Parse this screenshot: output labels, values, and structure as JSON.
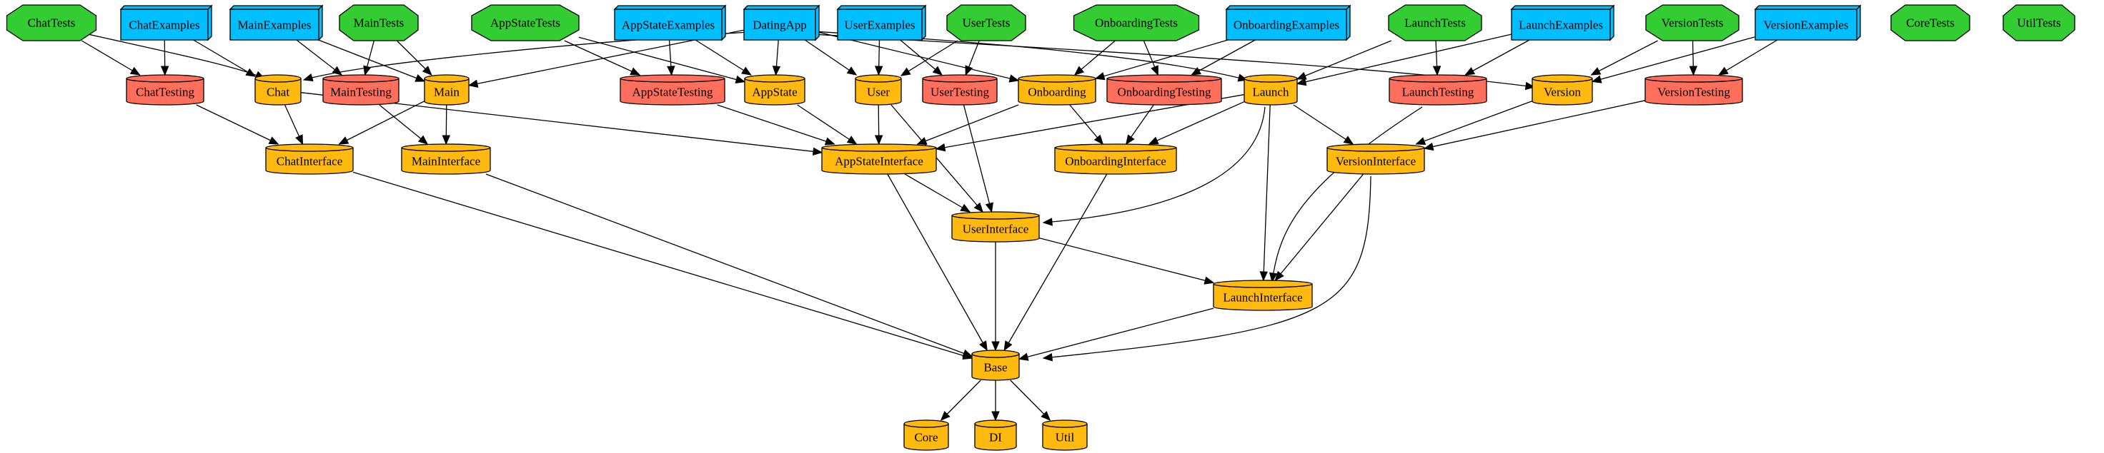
{
  "colors": {
    "test": "#33cc33",
    "example": "#00bfff",
    "testing": "#ff6f5c",
    "module": "#ffb90f",
    "stroke": "#000000",
    "background": "#ffffff"
  },
  "node_kinds": {
    "test": "octagon",
    "example": "box3d",
    "testing": "cylinder",
    "module": "cylinder"
  },
  "nodes": [
    {
      "id": "ChatTests",
      "label": "ChatTests",
      "kind": "test"
    },
    {
      "id": "ChatExamples",
      "label": "ChatExamples",
      "kind": "example"
    },
    {
      "id": "MainExamples",
      "label": "MainExamples",
      "kind": "example"
    },
    {
      "id": "MainTests",
      "label": "MainTests",
      "kind": "test"
    },
    {
      "id": "AppStateTests",
      "label": "AppStateTests",
      "kind": "test"
    },
    {
      "id": "AppStateExamples",
      "label": "AppStateExamples",
      "kind": "example"
    },
    {
      "id": "DatingApp",
      "label": "DatingApp",
      "kind": "example"
    },
    {
      "id": "UserExamples",
      "label": "UserExamples",
      "kind": "example"
    },
    {
      "id": "UserTests",
      "label": "UserTests",
      "kind": "test"
    },
    {
      "id": "OnboardingTests",
      "label": "OnboardingTests",
      "kind": "test"
    },
    {
      "id": "OnboardingExamples",
      "label": "OnboardingExamples",
      "kind": "example"
    },
    {
      "id": "LaunchTests",
      "label": "LaunchTests",
      "kind": "test"
    },
    {
      "id": "LaunchExamples",
      "label": "LaunchExamples",
      "kind": "example"
    },
    {
      "id": "VersionTests",
      "label": "VersionTests",
      "kind": "test"
    },
    {
      "id": "VersionExamples",
      "label": "VersionExamples",
      "kind": "example"
    },
    {
      "id": "CoreTests",
      "label": "CoreTests",
      "kind": "test"
    },
    {
      "id": "UtilTests",
      "label": "UtilTests",
      "kind": "test"
    },
    {
      "id": "ChatTesting",
      "label": "ChatTesting",
      "kind": "testing"
    },
    {
      "id": "Chat",
      "label": "Chat",
      "kind": "module"
    },
    {
      "id": "MainTesting",
      "label": "MainTesting",
      "kind": "testing"
    },
    {
      "id": "Main",
      "label": "Main",
      "kind": "module"
    },
    {
      "id": "AppStateTesting",
      "label": "AppStateTesting",
      "kind": "testing"
    },
    {
      "id": "AppState",
      "label": "AppState",
      "kind": "module"
    },
    {
      "id": "User",
      "label": "User",
      "kind": "module"
    },
    {
      "id": "UserTesting",
      "label": "UserTesting",
      "kind": "testing"
    },
    {
      "id": "Onboarding",
      "label": "Onboarding",
      "kind": "module"
    },
    {
      "id": "OnboardingTesting",
      "label": "OnboardingTesting",
      "kind": "testing"
    },
    {
      "id": "Launch",
      "label": "Launch",
      "kind": "module"
    },
    {
      "id": "LaunchTesting",
      "label": "LaunchTesting",
      "kind": "testing"
    },
    {
      "id": "Version",
      "label": "Version",
      "kind": "module"
    },
    {
      "id": "VersionTesting",
      "label": "VersionTesting",
      "kind": "testing"
    },
    {
      "id": "ChatInterface",
      "label": "ChatInterface",
      "kind": "module"
    },
    {
      "id": "MainInterface",
      "label": "MainInterface",
      "kind": "module"
    },
    {
      "id": "AppStateInterface",
      "label": "AppStateInterface",
      "kind": "module"
    },
    {
      "id": "OnboardingInterface",
      "label": "OnboardingInterface",
      "kind": "module"
    },
    {
      "id": "VersionInterface",
      "label": "VersionInterface",
      "kind": "module"
    },
    {
      "id": "UserInterface",
      "label": "UserInterface",
      "kind": "module"
    },
    {
      "id": "LaunchInterface",
      "label": "LaunchInterface",
      "kind": "module"
    },
    {
      "id": "Base",
      "label": "Base",
      "kind": "module"
    },
    {
      "id": "Core",
      "label": "Core",
      "kind": "module"
    },
    {
      "id": "DI",
      "label": "DI",
      "kind": "module"
    },
    {
      "id": "Util",
      "label": "Util",
      "kind": "module"
    }
  ],
  "edges": [
    [
      "ChatTests",
      "ChatTesting"
    ],
    [
      "ChatTests",
      "Chat"
    ],
    [
      "ChatExamples",
      "ChatTesting"
    ],
    [
      "ChatExamples",
      "Chat"
    ],
    [
      "MainExamples",
      "MainTesting"
    ],
    [
      "MainExamples",
      "Main"
    ],
    [
      "MainTests",
      "MainTesting"
    ],
    [
      "MainTests",
      "Main"
    ],
    [
      "AppStateTests",
      "AppStateTesting"
    ],
    [
      "AppStateTests",
      "AppState"
    ],
    [
      "AppStateExamples",
      "AppStateTesting"
    ],
    [
      "AppStateExamples",
      "AppState"
    ],
    [
      "DatingApp",
      "Chat"
    ],
    [
      "DatingApp",
      "Main"
    ],
    [
      "DatingApp",
      "AppState"
    ],
    [
      "DatingApp",
      "User"
    ],
    [
      "DatingApp",
      "Onboarding"
    ],
    [
      "DatingApp",
      "Launch"
    ],
    [
      "DatingApp",
      "Version"
    ],
    [
      "UserExamples",
      "User"
    ],
    [
      "UserExamples",
      "UserTesting"
    ],
    [
      "UserTests",
      "User"
    ],
    [
      "UserTests",
      "UserTesting"
    ],
    [
      "OnboardingTests",
      "Onboarding"
    ],
    [
      "OnboardingTests",
      "OnboardingTesting"
    ],
    [
      "OnboardingExamples",
      "Onboarding"
    ],
    [
      "OnboardingExamples",
      "OnboardingTesting"
    ],
    [
      "LaunchTests",
      "Launch"
    ],
    [
      "LaunchTests",
      "LaunchTesting"
    ],
    [
      "LaunchExamples",
      "Launch"
    ],
    [
      "LaunchExamples",
      "LaunchTesting"
    ],
    [
      "VersionTests",
      "Version"
    ],
    [
      "VersionTests",
      "VersionTesting"
    ],
    [
      "VersionExamples",
      "Version"
    ],
    [
      "VersionExamples",
      "VersionTesting"
    ],
    [
      "ChatTesting",
      "ChatInterface"
    ],
    [
      "Chat",
      "ChatInterface"
    ],
    [
      "Chat",
      "AppStateInterface"
    ],
    [
      "MainTesting",
      "MainInterface"
    ],
    [
      "Main",
      "MainInterface"
    ],
    [
      "Main",
      "ChatInterface"
    ],
    [
      "AppStateTesting",
      "AppStateInterface"
    ],
    [
      "AppState",
      "AppStateInterface"
    ],
    [
      "User",
      "AppStateInterface"
    ],
    [
      "User",
      "UserInterface"
    ],
    [
      "UserTesting",
      "UserInterface"
    ],
    [
      "Onboarding",
      "AppStateInterface"
    ],
    [
      "Onboarding",
      "OnboardingInterface"
    ],
    [
      "OnboardingTesting",
      "OnboardingInterface"
    ],
    [
      "Launch",
      "AppStateInterface"
    ],
    [
      "Launch",
      "OnboardingInterface"
    ],
    [
      "Launch",
      "UserInterface"
    ],
    [
      "Launch",
      "LaunchInterface"
    ],
    [
      "Launch",
      "VersionInterface"
    ],
    [
      "LaunchTesting",
      "LaunchInterface"
    ],
    [
      "Version",
      "VersionInterface"
    ],
    [
      "VersionTesting",
      "VersionInterface"
    ],
    [
      "ChatInterface",
      "Base"
    ],
    [
      "MainInterface",
      "Base"
    ],
    [
      "AppStateInterface",
      "UserInterface"
    ],
    [
      "AppStateInterface",
      "Base"
    ],
    [
      "OnboardingInterface",
      "Base"
    ],
    [
      "VersionInterface",
      "LaunchInterface"
    ],
    [
      "VersionInterface",
      "Base"
    ],
    [
      "UserInterface",
      "LaunchInterface"
    ],
    [
      "UserInterface",
      "Base"
    ],
    [
      "LaunchInterface",
      "Base"
    ],
    [
      "Base",
      "Core"
    ],
    [
      "Base",
      "DI"
    ],
    [
      "Base",
      "Util"
    ]
  ]
}
